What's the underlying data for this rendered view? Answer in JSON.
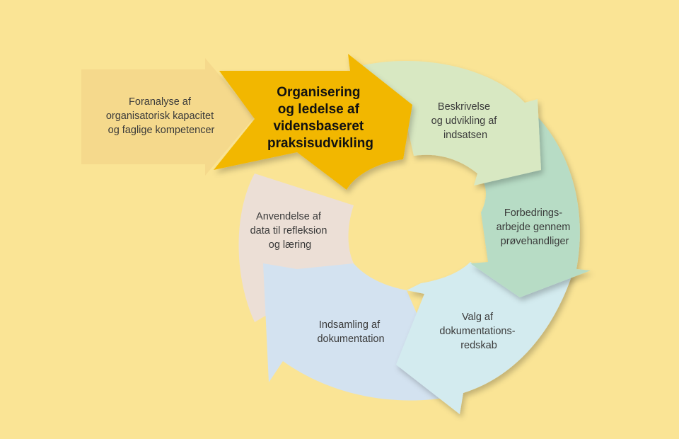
{
  "diagram": {
    "steps": [
      {
        "id": "foranalyse",
        "lines": [
          "Foranalyse af",
          "organisatorisk kapacitet",
          "og faglige kompetencer"
        ],
        "color": "#f5d98c"
      },
      {
        "id": "organisering",
        "lines": [
          "Organisering",
          "og ledelse af",
          "vidensbaseret",
          "praksisudvikling"
        ],
        "color": "#f2b705"
      },
      {
        "id": "beskrivelse",
        "lines": [
          "Beskrivelse",
          "og udvikling af",
          "indsatsen"
        ],
        "color": "#d8e8c2"
      },
      {
        "id": "forbedring",
        "lines": [
          "Forbedrings-",
          "arbejde gennem",
          "prøvehandliger"
        ],
        "color": "#b7dcc5"
      },
      {
        "id": "valg",
        "lines": [
          "Valg af",
          "dokumentations-",
          "redskab"
        ],
        "color": "#d3ebef"
      },
      {
        "id": "indsamling",
        "lines": [
          "Indsamling af",
          "dokumentation"
        ],
        "color": "#d3e2f0"
      },
      {
        "id": "anvendelse",
        "lines": [
          "Anvendelse af",
          "data til refleksion",
          "og læring"
        ],
        "color": "#ecdfd6"
      }
    ]
  }
}
